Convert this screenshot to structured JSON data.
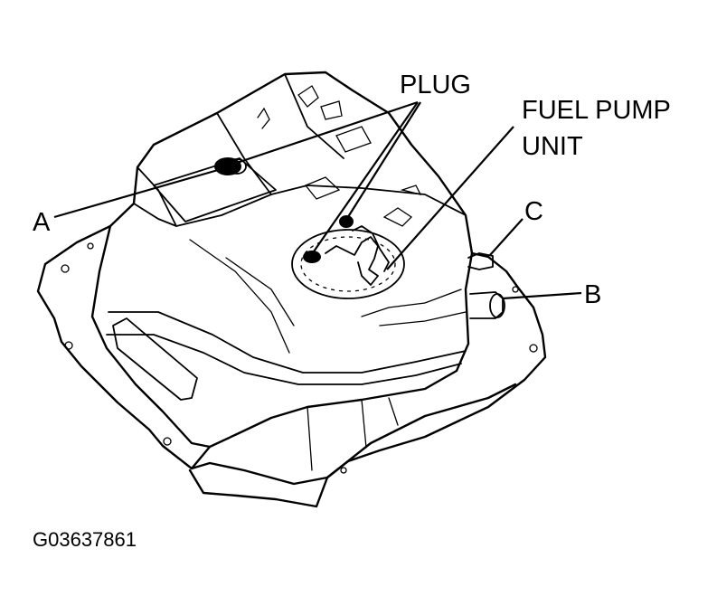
{
  "labels": {
    "plug": "PLUG",
    "fuel_pump_line1": "FUEL PUMP",
    "fuel_pump_line2": "UNIT",
    "a": "A",
    "b": "B",
    "c": "C"
  },
  "figure_code": "G03637861"
}
